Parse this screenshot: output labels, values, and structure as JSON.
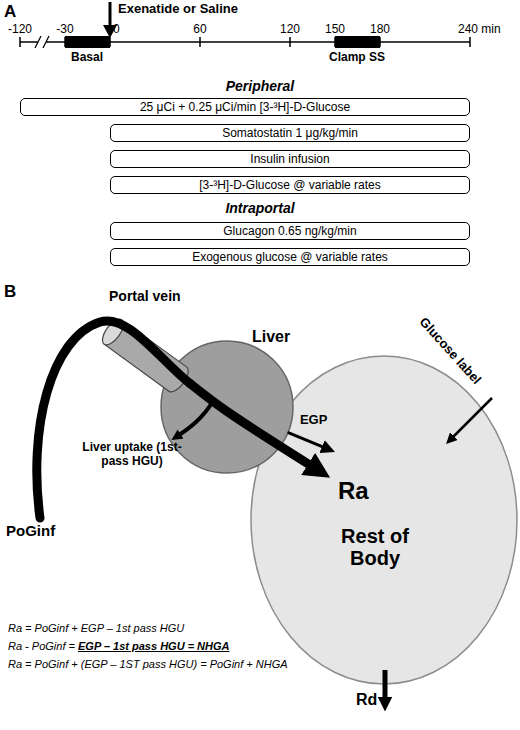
{
  "diagram": {
    "nodes": [
      {
        "text": [
          "25 μCi + 0.25 μCi/min [3-³H]-D-Glucose"
        ]
      },
      {
        "text": [
          "Somatostatin 1 μg/kg/min"
        ]
      },
      {
        "text": [
          "Insulin infusion"
        ]
      },
      {
        "text": [
          "[3-³H]-D-Glucose @ variable rates"
        ]
      },
      {
        "text": [
          "Glucagon 0.65 ng/kg/min"
        ]
      },
      {
        "text": [
          "Exogenous glucose @ variable rates"
        ]
      },
      {
        "text": [
          "Portal vein"
        ]
      },
      {
        "text": [
          "Liver"
        ]
      },
      {
        "text": [
          "Ra",
          "Rest of Body"
        ]
      }
    ],
    "edges": [
      {
        "from": 6,
        "to": 8,
        "arrow": "to"
      },
      {
        "from": 7,
        "to": 8,
        "label": "EGP",
        "arrow": "to"
      }
    ],
    "labels": [
      "A",
      "Exenatide or Saline",
      "-120",
      "-30",
      "0",
      "60",
      "120",
      "150",
      "180",
      "240 min",
      "Basal",
      "Clamp SS",
      "Peripheral",
      "Intraportal",
      "B",
      "Glucose label",
      "Liver uptake (1st-pass HGU)",
      "PoGinf",
      "Rd",
      "Ra = PoGinf + EGP – 1st pass HGU",
      "Ra - PoGinf =",
      "EGP – 1st pass HGU = NHGA",
      "Ra = PoGinf + (EGP – 1ST pass HGU) = PoGinf + NHGA"
    ]
  }
}
